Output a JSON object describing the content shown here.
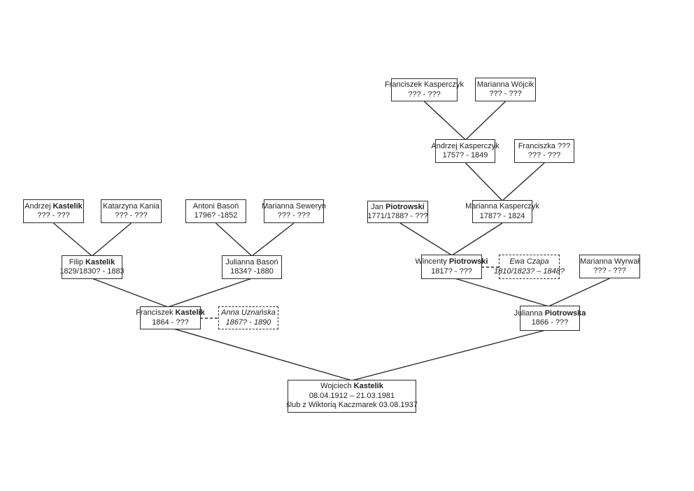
{
  "diagram": {
    "type": "family-tree",
    "root_person": "Wojciech Kastelik",
    "background_color": "#ffffff",
    "line_color": "#2b2b2b",
    "box_border_color": "#2b2b2b",
    "text_color": "#1f1f1f",
    "dashed_boxes_meaning": "spouse shown with dashed border and italic text"
  },
  "people": {
    "franciszek_kasperczyk": {
      "name": "Franciszek Kasperczyk",
      "name_bold": "",
      "dates": "??? - ???",
      "box_style": "solid"
    },
    "marianna_wojcik": {
      "name": "Marianna Wójcik",
      "name_bold": "",
      "dates": "??? - ???",
      "box_style": "solid"
    },
    "andrzej_kasperczyk": {
      "name": "Andrzej Kasperczyk",
      "name_bold": "",
      "dates": "1757? - 1849",
      "box_style": "solid"
    },
    "franciszka": {
      "name": "Franciszka ???",
      "name_bold": "",
      "dates": "??? - ???",
      "box_style": "solid"
    },
    "jan_piotrowski": {
      "name": "Jan ",
      "name_bold": "Piotrowski",
      "dates": "1771/1788? - ???",
      "box_style": "solid"
    },
    "marianna_kasperczyk": {
      "name": "Marianna Kasperczyk",
      "name_bold": "",
      "dates": "1787? - 1824",
      "box_style": "solid"
    },
    "wincenty_piotrowski": {
      "name": "Wincenty ",
      "name_bold": "Piotrowski",
      "dates": "1817? - ???",
      "box_style": "solid"
    },
    "ewa_czapa": {
      "name": "Ewa Czapa",
      "name_bold": "",
      "dates": "1810/1823? – 1848?",
      "box_style": "dashed"
    },
    "marianna_wyrwal": {
      "name": "Marianna Wyrwał",
      "name_bold": "",
      "dates": "??? - ???",
      "box_style": "solid"
    },
    "julianna_piotrowska": {
      "name": "Julianna ",
      "name_bold": "Piotrowska",
      "dates": "1866 - ???",
      "box_style": "solid"
    },
    "andrzej_kastelik": {
      "name": "Andrzej ",
      "name_bold": "Kastelik",
      "dates": "??? - ???",
      "box_style": "solid"
    },
    "katarzyna_kania": {
      "name": "Katarzyna Kania",
      "name_bold": "",
      "dates": "??? - ???",
      "box_style": "solid"
    },
    "antoni_bason": {
      "name": "Antoni Basoń",
      "name_bold": "",
      "dates": "1796? -1852",
      "box_style": "solid"
    },
    "marianna_seweryn": {
      "name": "Marianna Seweryn",
      "name_bold": "",
      "dates": "??? - ???",
      "box_style": "solid"
    },
    "filip_kastelik": {
      "name": "Filip ",
      "name_bold": "Kastelik",
      "dates": "1829/1830? - 1883",
      "box_style": "solid"
    },
    "julianna_bason": {
      "name": "Julianna Basoń",
      "name_bold": "",
      "dates": "1834? -1880",
      "box_style": "solid"
    },
    "franciszek_kastelik": {
      "name": "Franciszek ",
      "name_bold": "Kastelik",
      "dates": "1864 - ???",
      "box_style": "solid"
    },
    "anna_uznanska": {
      "name": "Anna Uznańska",
      "name_bold": "",
      "dates": "1867? - 1890",
      "box_style": "dashed"
    },
    "wojciech_kastelik": {
      "name": "Wojciech ",
      "name_bold": "Kastelik",
      "dates": "08.04.1912 – 21.03.1981",
      "note": "ślub z Wiktorią Kaczmarek 03.08.1937",
      "box_style": "solid"
    }
  },
  "relationships": {
    "parent_child": [
      {
        "parents": [
          "franciszek_kasperczyk",
          "marianna_wojcik"
        ],
        "child": "andrzej_kasperczyk"
      },
      {
        "parents": [
          "andrzej_kasperczyk",
          "franciszka"
        ],
        "child": "marianna_kasperczyk"
      },
      {
        "parents": [
          "jan_piotrowski",
          "marianna_kasperczyk"
        ],
        "child": "wincenty_piotrowski"
      },
      {
        "parents": [
          "wincenty_piotrowski",
          "marianna_wyrwal"
        ],
        "child": "julianna_piotrowska"
      },
      {
        "parents": [
          "andrzej_kastelik",
          "katarzyna_kania"
        ],
        "child": "filip_kastelik"
      },
      {
        "parents": [
          "antoni_bason",
          "marianna_seweryn"
        ],
        "child": "julianna_bason"
      },
      {
        "parents": [
          "filip_kastelik",
          "julianna_bason"
        ],
        "child": "franciszek_kastelik"
      },
      {
        "parents": [
          "franciszek_kastelik",
          "julianna_piotrowska"
        ],
        "child": "wojciech_kastelik"
      }
    ],
    "dashed_unions": [
      {
        "pair": [
          "wincenty_piotrowski",
          "ewa_czapa"
        ]
      },
      {
        "pair": [
          "franciszek_kastelik",
          "anna_uznanska"
        ]
      }
    ]
  }
}
